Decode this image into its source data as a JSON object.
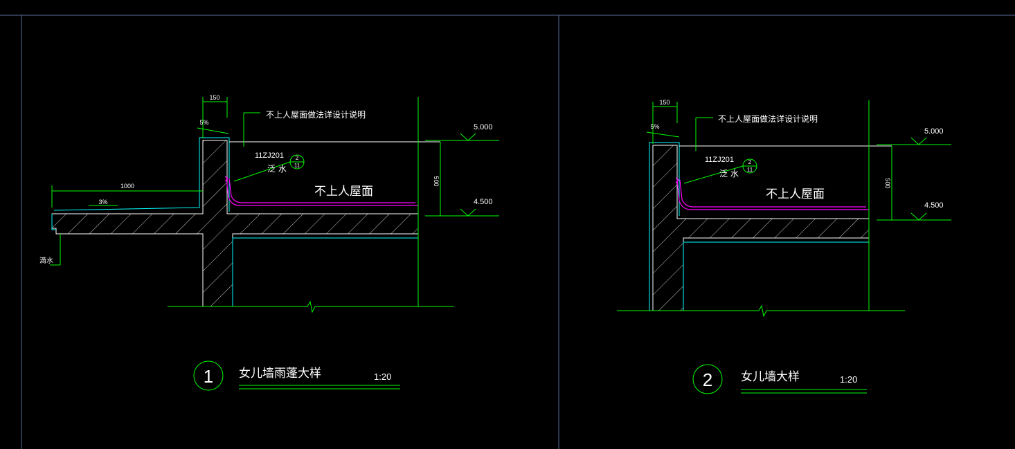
{
  "colors": {
    "background": "#000000",
    "frame": "#5a6e9c",
    "structure": "#00ffff",
    "dimension": "#00ff00",
    "text": "#ffffff",
    "waterproof": "#ff00ff",
    "hatch": "#ffffff"
  },
  "detail1": {
    "note": "不上人屋面做法详设计说明",
    "ref_code": "11ZJ201",
    "ref_label": "泛 水",
    "ref_top": "2",
    "ref_bottom": "11",
    "roof_label": "不上人屋面",
    "dim_top": "150",
    "dim_slope_top": "5%",
    "dim_width": "1000",
    "dim_slope": "3%",
    "dim_height": "500",
    "elev_high": "5.000",
    "elev_low": "4.500",
    "drip_label": "滴水",
    "number": "1",
    "title": "女儿墙雨蓬大样",
    "scale": "1:20"
  },
  "detail2": {
    "note": "不上人屋面做法详设计说明",
    "ref_code": "11ZJ201",
    "ref_label": "泛 水",
    "ref_top": "2",
    "ref_bottom": "11",
    "roof_label": "不上人屋面",
    "dim_top": "150",
    "dim_slope_top": "5%",
    "dim_height": "500",
    "elev_high": "5.000",
    "elev_low": "4.500",
    "number": "2",
    "title": "女儿墙大样",
    "scale": "1:20"
  }
}
